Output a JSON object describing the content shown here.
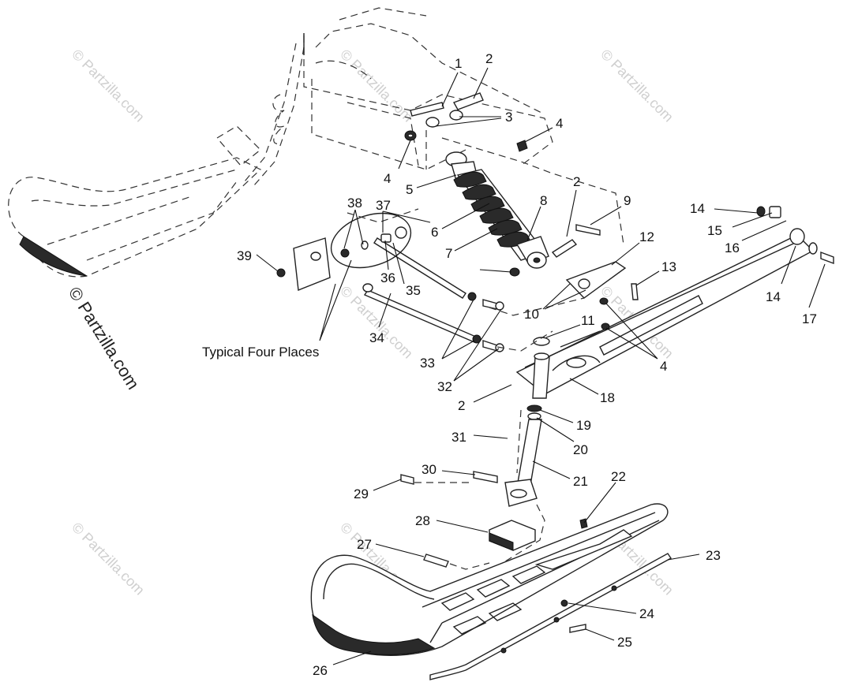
{
  "diagram": {
    "caption": "Typical Four Places",
    "watermark_side": "© Partzilla.com",
    "watermark_tile": "© Partzilla.com",
    "callouts": [
      "1",
      "2",
      "3",
      "4",
      "4",
      "5",
      "6",
      "7",
      "8",
      "2",
      "9",
      "12",
      "13",
      "14",
      "15",
      "16",
      "14",
      "17",
      "10",
      "11",
      "4",
      "18",
      "2",
      "19",
      "20",
      "21",
      "31",
      "30",
      "29",
      "28",
      "22",
      "23",
      "27",
      "24",
      "25",
      "26",
      "39",
      "38",
      "37",
      "36",
      "35",
      "34",
      "33",
      "32"
    ]
  }
}
